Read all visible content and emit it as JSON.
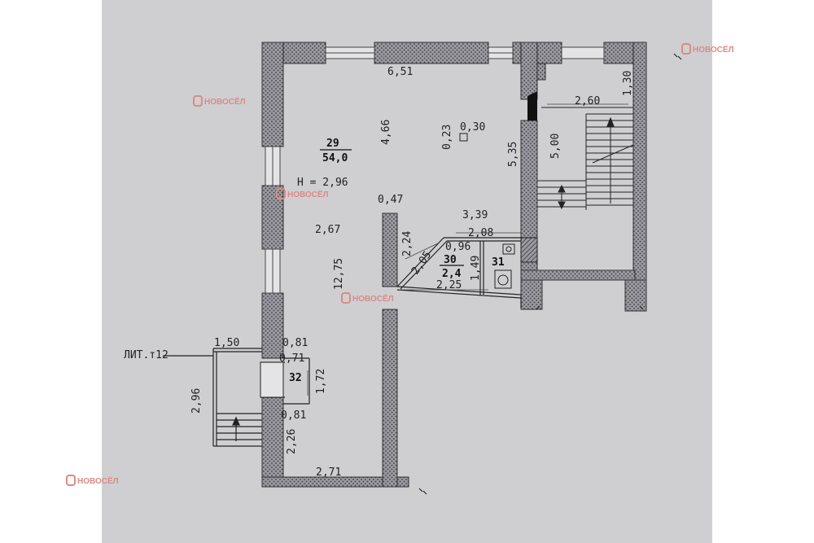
{
  "plan": {
    "marker": "ЛИТ.т12",
    "rooms": [
      {
        "id": "room-29",
        "number": "29",
        "area": "54,0",
        "height": "H = 2,96"
      },
      {
        "id": "room-30",
        "number": "30",
        "area": "2,4"
      },
      {
        "id": "room-31",
        "number": "31"
      },
      {
        "id": "room-32",
        "number": "32"
      }
    ],
    "dimensions": [
      "6,51",
      "4,66",
      "0,23",
      "0,30",
      "5,35",
      "0,47",
      "2,67",
      "12,75",
      "3,39",
      "2,08",
      "2,24",
      "2,05",
      "0,96",
      "1,49",
      "2,25",
      "2,60",
      "1,30",
      "5,00",
      "1,50",
      "0,81",
      "0,71",
      "1,72",
      "0,81",
      "2,96",
      "2,26",
      "2,71"
    ]
  },
  "watermark": {
    "brand": "НОВОСЁЛ",
    "logo_color": "#d98b86"
  }
}
